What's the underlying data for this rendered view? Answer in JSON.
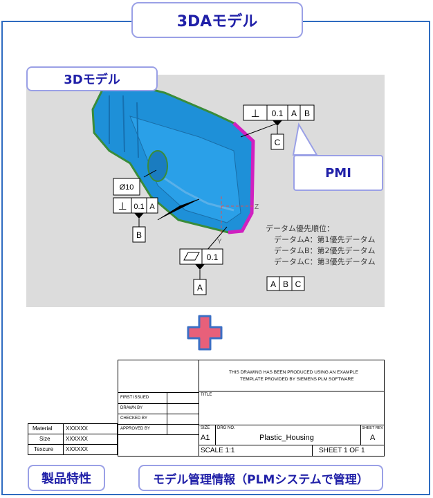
{
  "title_main": "3DAモデル",
  "label_3d_model": "3Dモデル",
  "label_pmi": "PMI",
  "label_product": "製品特性",
  "label_management": "モデル管理情報（PLMシステムで管理）",
  "pmi": {
    "perp_top": {
      "sym": "⊥",
      "value": "0.1",
      "ref1": "A",
      "ref2": "B",
      "datum": "C"
    },
    "dia": "Ø10",
    "perp_left": {
      "sym": "⊥",
      "value": "0.1",
      "ref1": "A",
      "datum": "B"
    },
    "flat": {
      "value": "0.1",
      "datum": "A"
    },
    "axis_z": "Z",
    "axis_y": "Y",
    "priority_title": "データム優先順位：",
    "priority_lines": [
      "データムA：第1優先データム",
      "データムB：第2優先データム",
      "データムC：第3優先データム"
    ],
    "abc": [
      "A",
      "B",
      "C"
    ]
  },
  "title_block": {
    "notice_line1": "THIS DRAWING HAS BEEN PRODUCED USING AN EXAMPLE",
    "notice_line2": "TEMPLATE PROVIDED BY SIEMENS PLM SOFTWARE",
    "title_label": "TITLE",
    "first_issued": "FIRST ISSUED",
    "drawn_by": "DRAWN BY",
    "checked_by": "CHECKED BY",
    "approved_by": "APPROVED BY",
    "size_label": "SIZE",
    "drg_label": "DRG NO.",
    "rev_label": "SHEET REV",
    "size_value": "A1",
    "drg_value": "Plastic_Housing",
    "rev_value": "A",
    "scale": "SCALE 1:1",
    "sheet": "SHEET 1 OF 1"
  },
  "properties": [
    {
      "key": "Material",
      "value": "XXXXXX"
    },
    {
      "key": "Size",
      "value": "XXXXXX"
    },
    {
      "key": "Texcure",
      "value": "XXXXXX"
    }
  ],
  "colors": {
    "frame": "#2e6bc0",
    "label_text": "#2020a8",
    "label_border": "#9aa0e6",
    "plus_fill": "#e8607a",
    "plus_stroke": "#3b6fc4",
    "part": "#1e90d8",
    "part_edge": "#d020c0"
  }
}
